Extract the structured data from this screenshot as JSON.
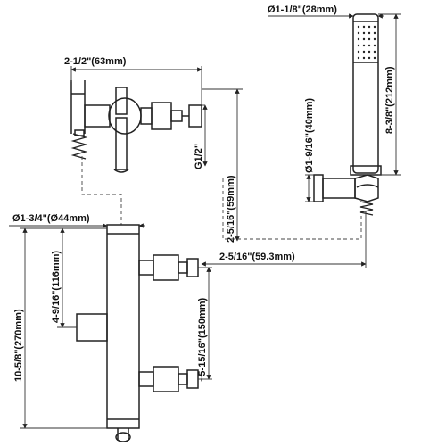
{
  "labels": {
    "diam_head": "Ø1-1/8\"(28mm)",
    "offset_wall": "2-1/2\"(63mm)",
    "length_handshower": "8-3/8\"(212mm)",
    "diam_holder": "Ø1-9/16\"(40mm)",
    "thread": "G1/2\"",
    "offset_holder": "2-5/16\"(59mm)",
    "diam_body": "Ø1-3/4\"(Ø44mm)",
    "offset_bottom": "2-5/16\"(59.3mm)",
    "height_outlet": "4-9/16\"(116mm)",
    "height_body": "10-5/8\"(270mm)",
    "spacing_inlets": "~5-15/16\"(150mm)"
  },
  "colors": {
    "line": "#222222",
    "background": "#ffffff"
  }
}
